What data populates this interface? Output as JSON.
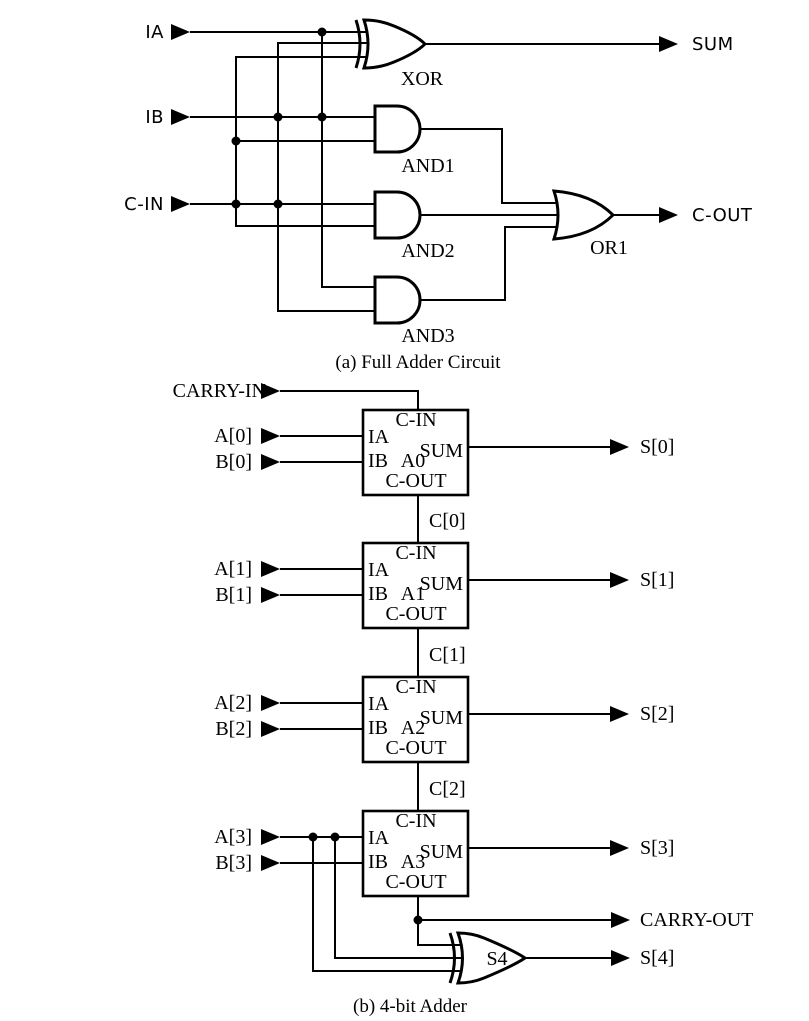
{
  "diagram": {
    "caption_a": "(a) Full Adder Circuit",
    "caption_b": "(b) 4-bit Adder"
  },
  "full_adder": {
    "input_ia": "IA",
    "input_ib": "IB",
    "input_cin": "C-IN",
    "output_sum": "SUM",
    "output_cout": "C-OUT",
    "gate_xor": "XOR",
    "gate_and1": "AND1",
    "gate_and2": "AND2",
    "gate_and3": "AND3",
    "gate_or1": "OR1"
  },
  "four_bit": {
    "carry_in": "CARRY-IN",
    "carry_out": "CARRY-OUT",
    "port_cin": "C-IN",
    "port_ia": "IA",
    "port_ib": "IB",
    "port_sum": "SUM",
    "port_cout": "C-OUT",
    "block_names": [
      "A0",
      "A1",
      "A2",
      "A3"
    ],
    "inputs_a": [
      "A[0]",
      "A[1]",
      "A[2]",
      "A[3]"
    ],
    "inputs_b": [
      "B[0]",
      "B[1]",
      "B[2]",
      "B[3]"
    ],
    "sum_outputs": [
      "S[0]",
      "S[1]",
      "S[2]",
      "S[3]"
    ],
    "sum4": "S[4]",
    "carry_labels": [
      "C[0]",
      "C[1]",
      "C[2]"
    ],
    "xor_name": "S4"
  }
}
